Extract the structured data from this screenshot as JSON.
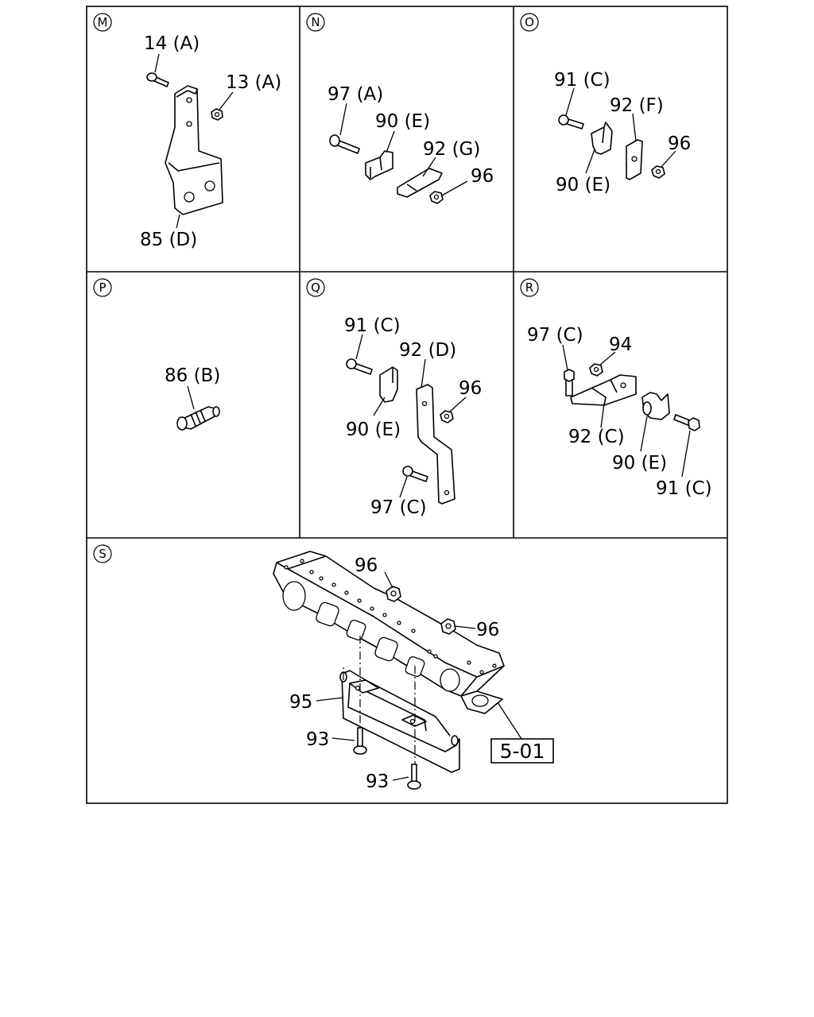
{
  "panels": [
    {
      "id": "M",
      "labels": [
        "14 (A)",
        "13 (A)",
        "85 (D)"
      ]
    },
    {
      "id": "N",
      "labels": [
        "97 (A)",
        "90 (E)",
        "92 (G)",
        "96"
      ]
    },
    {
      "id": "O",
      "labels": [
        "91 (C)",
        "92 (F)",
        "96",
        "90 (E)"
      ]
    },
    {
      "id": "P",
      "labels": [
        "86 (B)"
      ]
    },
    {
      "id": "Q",
      "labels": [
        "91 (C)",
        "92 (D)",
        "96",
        "90 (E)",
        "97 (C)"
      ]
    },
    {
      "id": "R",
      "labels": [
        "97 (C)",
        "94",
        "92 (C)",
        "90 (E)",
        "91 (C)"
      ]
    },
    {
      "id": "S",
      "labels": [
        "96",
        "96",
        "95",
        "93",
        "93"
      ],
      "reference": "5-01"
    }
  ]
}
